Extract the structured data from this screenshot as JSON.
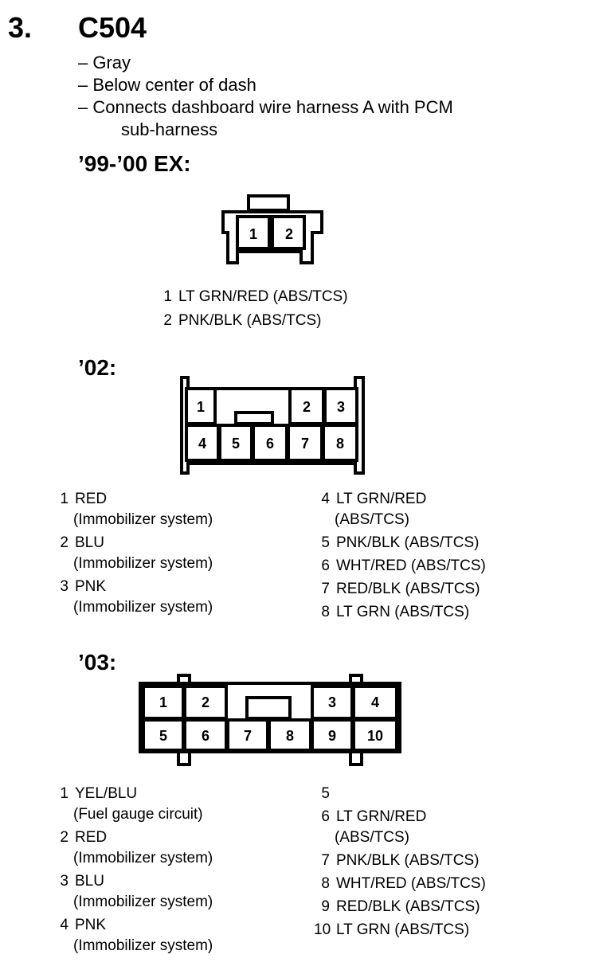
{
  "section": {
    "number": "3.",
    "code": "C504"
  },
  "notes": [
    "– Gray",
    "– Below center of dash",
    "– Connects dashboard wire harness A with PCM",
    "sub-harness"
  ],
  "connectors": [
    {
      "heading": "’99-’00 EX:",
      "cavities": [
        "1",
        "2"
      ],
      "pins_left": [
        {
          "num": "1",
          "text": "LT GRN/RED (ABS/TCS)",
          "sub": ""
        },
        {
          "num": "2",
          "text": "PNK/BLK (ABS/TCS)",
          "sub": ""
        }
      ],
      "pins_right": []
    },
    {
      "heading": "’02:",
      "cavities": [
        "1",
        "2",
        "3",
        "4",
        "5",
        "6",
        "7",
        "8"
      ],
      "pins_left": [
        {
          "num": "1",
          "text": "RED",
          "sub": "(Immobilizer system)"
        },
        {
          "num": "2",
          "text": "BLU",
          "sub": "(Immobilizer system)"
        },
        {
          "num": "3",
          "text": "PNK",
          "sub": "(Immobilizer system)"
        }
      ],
      "pins_right": [
        {
          "num": "4",
          "text": "LT GRN/RED",
          "sub": "(ABS/TCS)"
        },
        {
          "num": "5",
          "text": "PNK/BLK (ABS/TCS)",
          "sub": ""
        },
        {
          "num": "6",
          "text": "WHT/RED (ABS/TCS)",
          "sub": ""
        },
        {
          "num": "7",
          "text": "RED/BLK (ABS/TCS)",
          "sub": ""
        },
        {
          "num": "8",
          "text": "LT GRN (ABS/TCS)",
          "sub": ""
        }
      ]
    },
    {
      "heading": "’03:",
      "cavities": [
        "1",
        "2",
        "3",
        "4",
        "5",
        "6",
        "7",
        "8",
        "9",
        "10"
      ],
      "pins_left": [
        {
          "num": "1",
          "text": "YEL/BLU",
          "sub": "(Fuel gauge circuit)"
        },
        {
          "num": "2",
          "text": "RED",
          "sub": "(Immobilizer system)"
        },
        {
          "num": "3",
          "text": "BLU",
          "sub": "(Immobilizer system)"
        },
        {
          "num": "4",
          "text": "PNK",
          "sub": "(Immobilizer system)"
        }
      ],
      "pins_right": [
        {
          "num": "5",
          "text": "",
          "sub": ""
        },
        {
          "num": "6",
          "text": "LT GRN/RED",
          "sub": "(ABS/TCS)"
        },
        {
          "num": "7",
          "text": "PNK/BLK (ABS/TCS)",
          "sub": ""
        },
        {
          "num": "8",
          "text": "WHT/RED (ABS/TCS)",
          "sub": ""
        },
        {
          "num": "9",
          "text": "RED/BLK (ABS/TCS)",
          "sub": ""
        },
        {
          "num": "10",
          "text": "LT GRN (ABS/TCS)",
          "sub": ""
        }
      ]
    }
  ]
}
